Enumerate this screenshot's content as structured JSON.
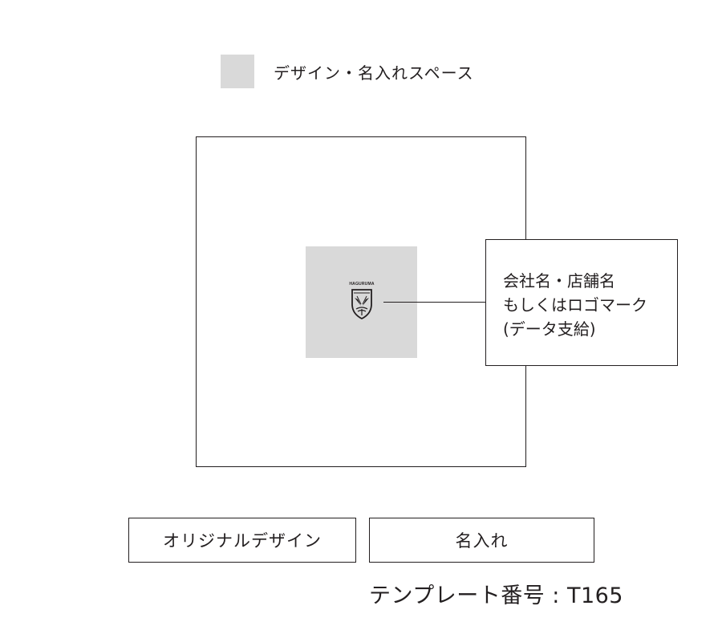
{
  "legend": {
    "label": "デザイン・名入れスペース",
    "swatch_color": "#d9d9d9"
  },
  "design_area": {
    "fill_color": "#d9d9d9",
    "logo_text": "HAGURUMA"
  },
  "callout": {
    "lines": [
      "会社名・店舗名",
      "もしくはロゴマーク",
      "(データ支給)"
    ]
  },
  "options": {
    "original_design": "オリジナルデザイン",
    "name_print": "名入れ"
  },
  "template_number": "テンプレート番号 : T165"
}
